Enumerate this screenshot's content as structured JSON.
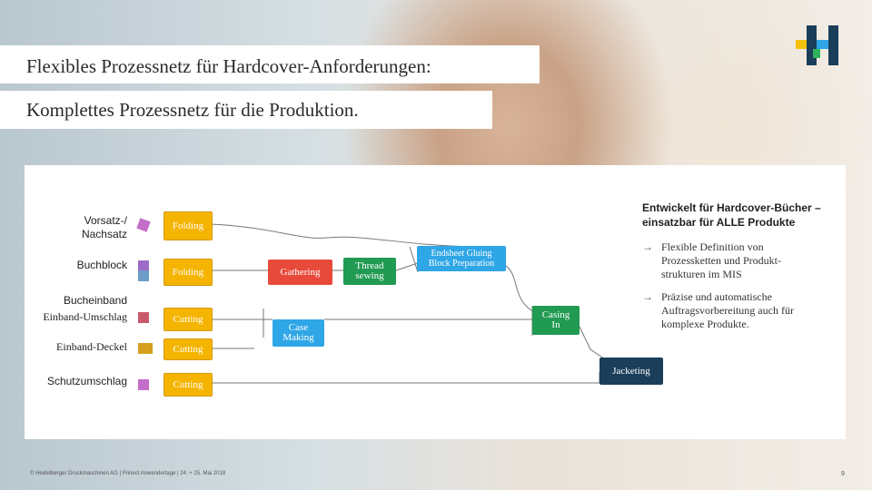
{
  "slide": {
    "title_line1": "Flexibles Prozessnetz für Hardcover-Anforderungen:",
    "title_line2": "Komplettes Prozessnetz für die Produktion."
  },
  "diagram": {
    "row_labels": {
      "vorsatz": "Vorsatz-/\nNachsatz",
      "buchblock": "Buchblock",
      "bucheinband": "Bucheinband",
      "einband_umschlag": "Einband-Umschlag",
      "einband_deckel": "Einband-Deckel",
      "schutzumschlag": "Schutzumschlag"
    },
    "boxes": {
      "folding1": "Folding",
      "folding2": "Folding",
      "gathering": "Gathering",
      "thread_sewing": "Thread\nsewing",
      "endsheet": "Endsheet Gluing\nBlock Preparation",
      "cutting1": "Cutting",
      "case_making": "Case\nMaking",
      "cutting2": "Cutting",
      "casing_in": "Casing\nIn",
      "cutting3": "Cutting",
      "jacketing": "Jacketing"
    }
  },
  "info": {
    "heading": "Entwickelt für Hardcover-Bücher – einsatzbar für ALLE Produkte",
    "bullet1": "Flexible Definition von Prozessketten und Produkt-strukturen im MIS",
    "bullet2": "Präzise und automatische Auftragsvorbereitung auch für komplexe Produkte.",
    "arrow_icon": "arrow-right-icon"
  },
  "footer": {
    "text": "© Heidelberger Druckmaschinen AG | Prinect Anwendertage | 24. + 25. Mai 2018",
    "page": "9"
  },
  "colors": {
    "yellow": "#f4b400",
    "red": "#e74a3b",
    "green": "#219a52",
    "blue": "#2fa6e6",
    "navy": "#1b3e5a",
    "logo_yellow": "#f4c20d",
    "logo_navy": "#1b3e5a",
    "logo_blue": "#2fa6e6",
    "logo_green": "#2fb45a"
  }
}
